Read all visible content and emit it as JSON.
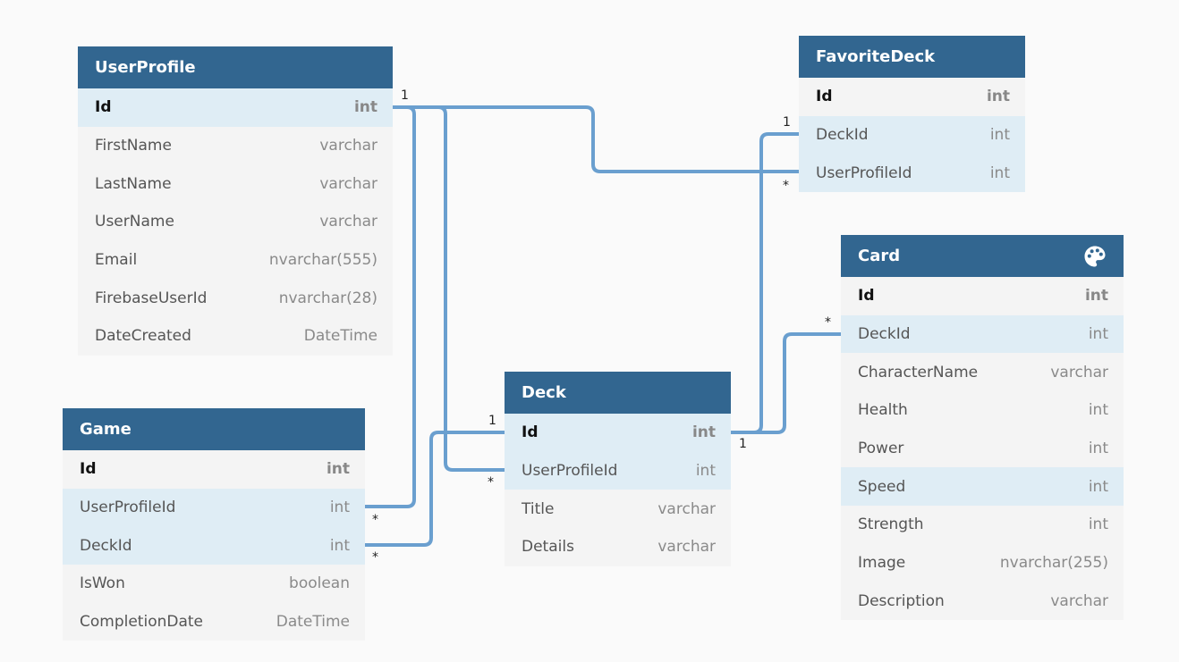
{
  "tables": {
    "userprofile": {
      "name": "UserProfile",
      "fields": [
        {
          "name": "Id",
          "type": "int"
        },
        {
          "name": "FirstName",
          "type": "varchar"
        },
        {
          "name": "LastName",
          "type": "varchar"
        },
        {
          "name": "UserName",
          "type": "varchar"
        },
        {
          "name": "Email",
          "type": "nvarchar(555)"
        },
        {
          "name": "FirebaseUserId",
          "type": "nvarchar(28)"
        },
        {
          "name": "DateCreated",
          "type": "DateTime"
        }
      ]
    },
    "favoritedeck": {
      "name": "FavoriteDeck",
      "fields": [
        {
          "name": "Id",
          "type": "int"
        },
        {
          "name": "DeckId",
          "type": "int"
        },
        {
          "name": "UserProfileId",
          "type": "int"
        }
      ]
    },
    "card": {
      "name": "Card",
      "header_icon": "palette-icon",
      "fields": [
        {
          "name": "Id",
          "type": "int"
        },
        {
          "name": "DeckId",
          "type": "int"
        },
        {
          "name": "CharacterName",
          "type": "varchar"
        },
        {
          "name": "Health",
          "type": "int"
        },
        {
          "name": "Power",
          "type": "int"
        },
        {
          "name": "Speed",
          "type": "int"
        },
        {
          "name": "Strength",
          "type": "int"
        },
        {
          "name": "Image",
          "type": "nvarchar(255)"
        },
        {
          "name": "Description",
          "type": "varchar"
        }
      ]
    },
    "deck": {
      "name": "Deck",
      "fields": [
        {
          "name": "Id",
          "type": "int"
        },
        {
          "name": "UserProfileId",
          "type": "int"
        },
        {
          "name": "Title",
          "type": "varchar"
        },
        {
          "name": "Details",
          "type": "varchar"
        }
      ]
    },
    "game": {
      "name": "Game",
      "fields": [
        {
          "name": "Id",
          "type": "int"
        },
        {
          "name": "UserProfileId",
          "type": "int"
        },
        {
          "name": "DeckId",
          "type": "int"
        },
        {
          "name": "IsWon",
          "type": "boolean"
        },
        {
          "name": "CompletionDate",
          "type": "DateTime"
        }
      ]
    }
  },
  "relationships": [
    {
      "from": "UserProfile.Id",
      "to": "FavoriteDeck.UserProfileId",
      "from_card": "1",
      "to_card": "*"
    },
    {
      "from": "UserProfile.Id",
      "to": "Game.UserProfileId",
      "from_card": "1",
      "to_card": "*"
    },
    {
      "from": "UserProfile.Id",
      "to": "Deck.UserProfileId",
      "from_card": "1",
      "to_card": "*"
    },
    {
      "from": "Deck.Id",
      "to": "FavoriteDeck.DeckId",
      "from_card": "1",
      "to_card": "1"
    },
    {
      "from": "Deck.Id",
      "to": "Card.DeckId",
      "from_card": "1",
      "to_card": "*"
    },
    {
      "from": "Deck.Id",
      "to": "Game.DeckId",
      "from_card": "1",
      "to_card": "*"
    }
  ],
  "colors": {
    "header": "#326690",
    "highlight_row": "#dfedf5",
    "connector": "#6a9fcf"
  }
}
